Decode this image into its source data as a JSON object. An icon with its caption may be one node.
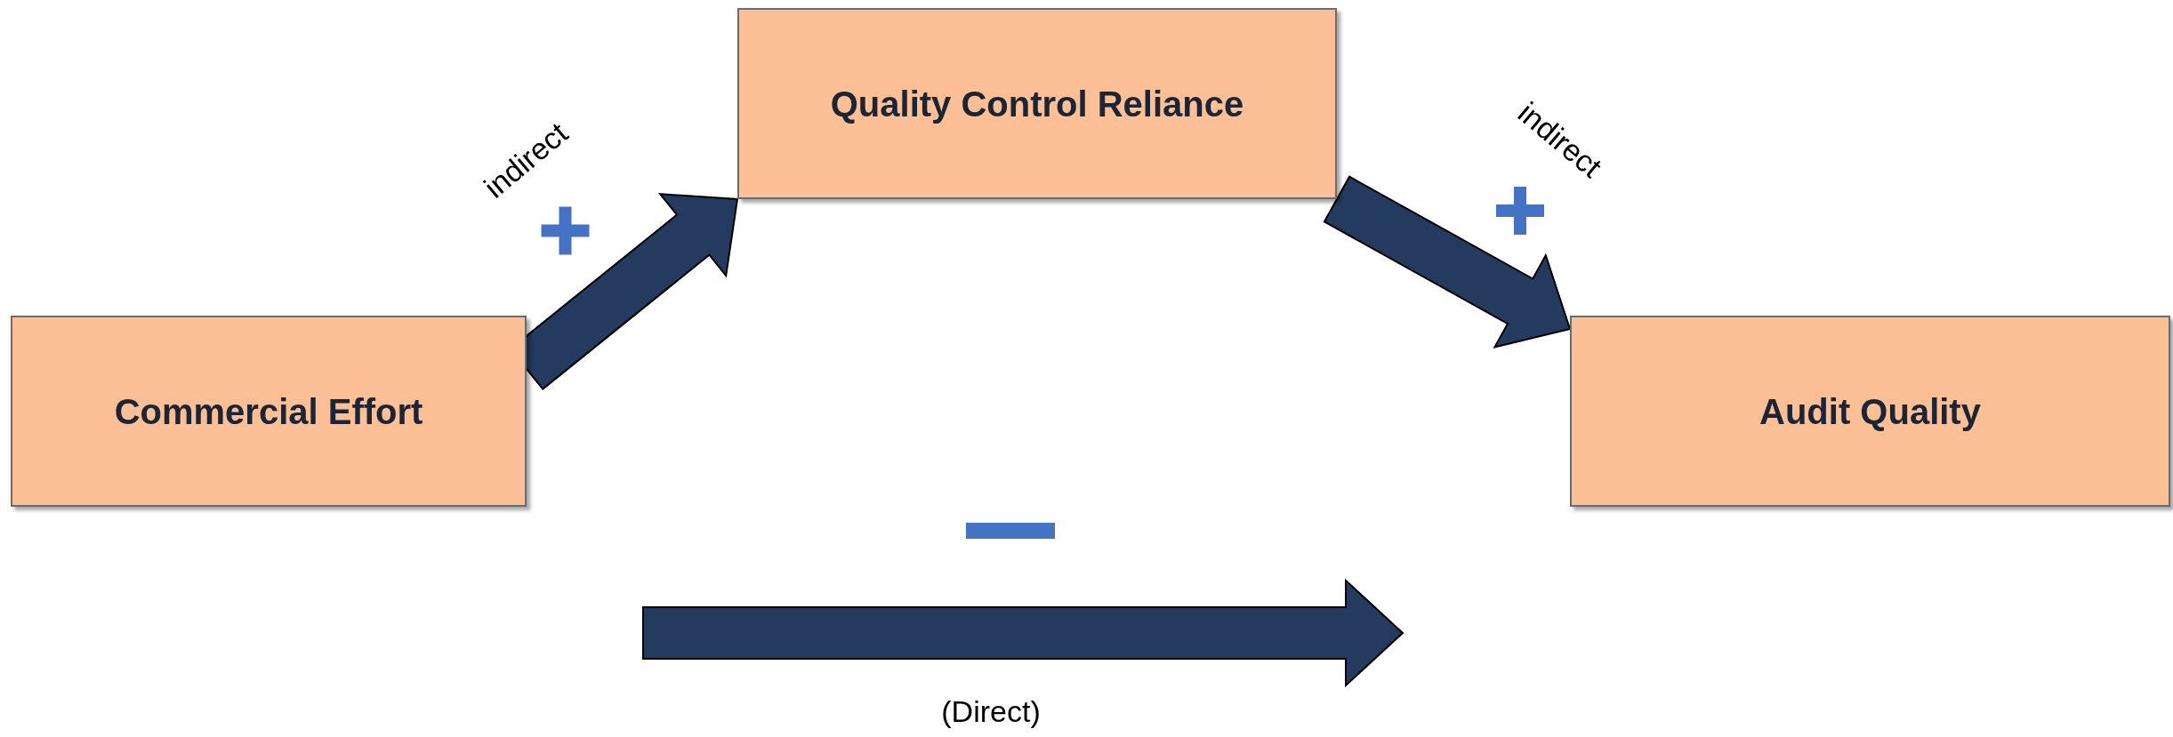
{
  "diagram": {
    "nodes": [
      {
        "text": [
          "Commercial Effort"
        ]
      },
      {
        "text": [
          "Quality Control Reliance"
        ]
      },
      {
        "text": [
          "Audit Quality"
        ]
      }
    ],
    "edges": [
      {
        "from": 0,
        "to": 1,
        "arrow": "to",
        "label": "indirect"
      },
      {
        "from": 1,
        "to": 2,
        "arrow": "to",
        "label": "indirect"
      },
      {
        "from": 0,
        "to": 2,
        "arrow": "to",
        "label": "(Direct)"
      }
    ]
  }
}
